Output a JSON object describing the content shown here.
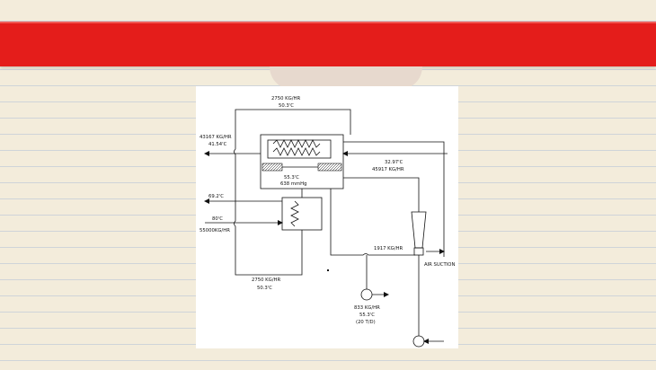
{
  "colors": {
    "band": "#e41d1b",
    "paper": "#f3ecdb",
    "rule": "#cfd4d9"
  },
  "labels": {
    "top_flow": "2750 KG/HR",
    "top_temp": "50.3'C",
    "left_flow": "43167 KG/HR",
    "left_temp": "41.54'C",
    "right_temp": "32.97'C",
    "right_flow": "45917 KG/HR",
    "center_temp": "55.3'C",
    "center_pressure": "638 mmHg",
    "mid_temp": "69.2'C",
    "low_temp": "80'C",
    "low_flow": "55000KG/HR",
    "bottom_flow": "2750 KG/HR",
    "bottom_temp": "50.3'C",
    "suction_flow": "1917 KG/HR",
    "air_suction": "AIR SUCTION",
    "pump_flow": "833 KG/HR",
    "pump_temp": "55.3'C",
    "pump_rate": "(20 T/D)"
  }
}
